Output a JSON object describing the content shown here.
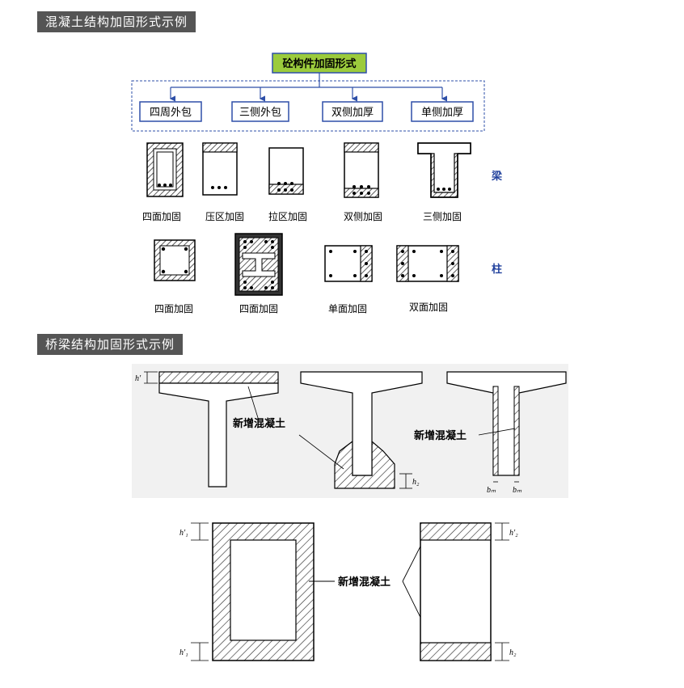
{
  "section1": {
    "title": "混凝土结构加固形式示例",
    "root": "砼构件加固形式",
    "types": [
      "四周外包",
      "三侧外包",
      "双侧加厚",
      "单侧加厚"
    ],
    "beam_row_label": "梁",
    "beam_captions": [
      "四面加固",
      "压区加固",
      "拉区加固",
      "双侧加固",
      "三侧加固"
    ],
    "column_row_label": "柱",
    "column_captions": [
      "四面加固",
      "四面加固",
      "单面加固",
      "双面加固"
    ]
  },
  "section2": {
    "title": "桥梁结构加固形式示例",
    "new_concrete_labels": [
      "新增混凝土",
      "新增混凝土",
      "新增混凝土"
    ],
    "dims_top": [
      "h'",
      "h₂",
      "bₘ",
      "bₘ"
    ],
    "dims_bottom": [
      "h'₁",
      "h'₁",
      "h'₂",
      "h₂"
    ]
  },
  "colors": {
    "banner": "#555555",
    "root_fill": "#9BCB3C",
    "box_border": "#2E4FA8",
    "side_label": "#1F3F9C"
  }
}
